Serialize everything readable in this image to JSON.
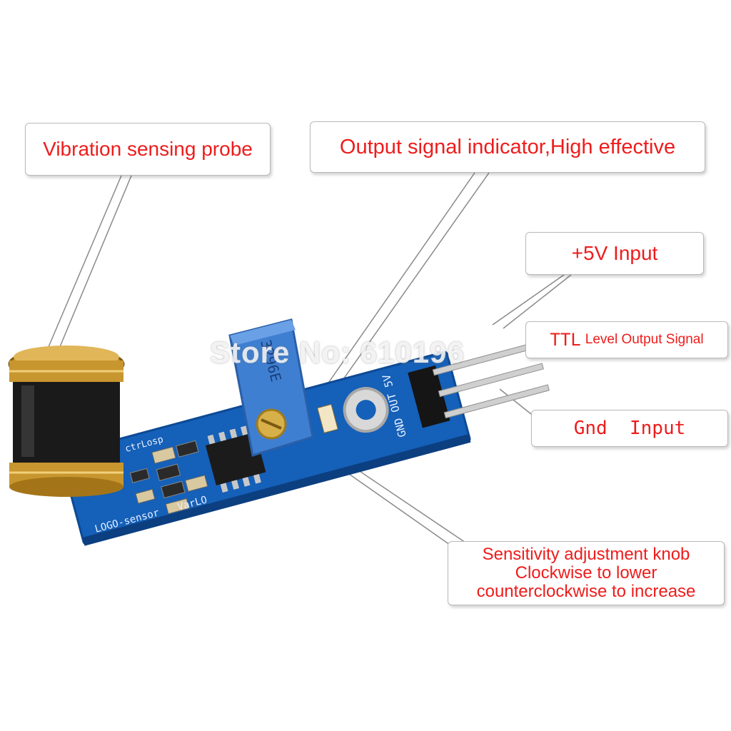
{
  "callouts": {
    "probe": "Vibration sensing probe",
    "indicator": "Output signal indicator,High effective",
    "plus5v": "+5V Input",
    "ttl_prefix": "TTL",
    "ttl_rest": "Level Output Signal",
    "gnd": "Gnd  Input",
    "knob_line1": "Sensitivity adjustment knob",
    "knob_line2": "Clockwise to lower",
    "knob_line3": "counterclockwise to increase"
  },
  "watermark": "Store No: 610196",
  "pcb_labels": {
    "pins": "GND OUT 5V",
    "bottom_left": "LOGO-sensor",
    "bottom_mid": "VarLO",
    "top_left": "ctrLosp",
    "pot_marking": "3296E"
  },
  "colors": {
    "callout_text": "#ee1c1c",
    "pcb_blue": "#1560b8",
    "probe_gold": "#c8962e",
    "probe_black": "#1a1a1a",
    "pot_blue": "#3f7fd2"
  }
}
